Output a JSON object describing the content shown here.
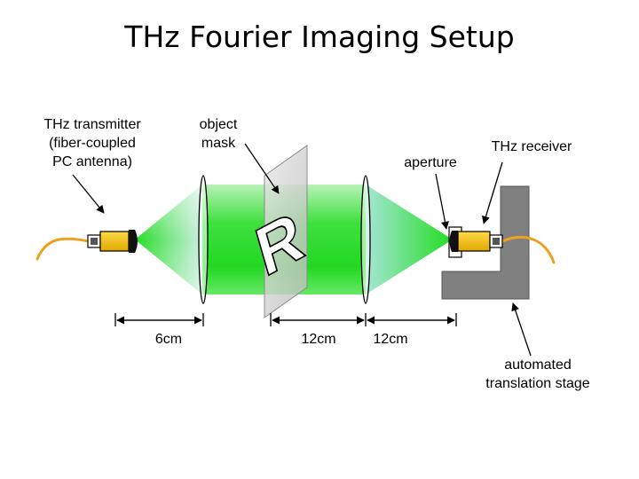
{
  "title": "THz Fourier Imaging Setup",
  "labels": {
    "transmitter": [
      "THz transmitter",
      "(fiber-coupled",
      "PC antenna)"
    ],
    "mask": [
      "object",
      "mask"
    ],
    "aperture": "aperture",
    "receiver": "THz receiver",
    "stage": [
      "automated",
      "translation stage"
    ]
  },
  "distances": {
    "d1": "6cm",
    "d2": "12cm",
    "d3": "12cm"
  },
  "mask_letter": "R",
  "colors": {
    "fiber": "#f0a020",
    "antenna": "#f0c000",
    "beam_green": "#22dd22",
    "beam_edge": "#cfeedd",
    "stage": "#808080",
    "mask_plate": "#d0d0d0"
  }
}
